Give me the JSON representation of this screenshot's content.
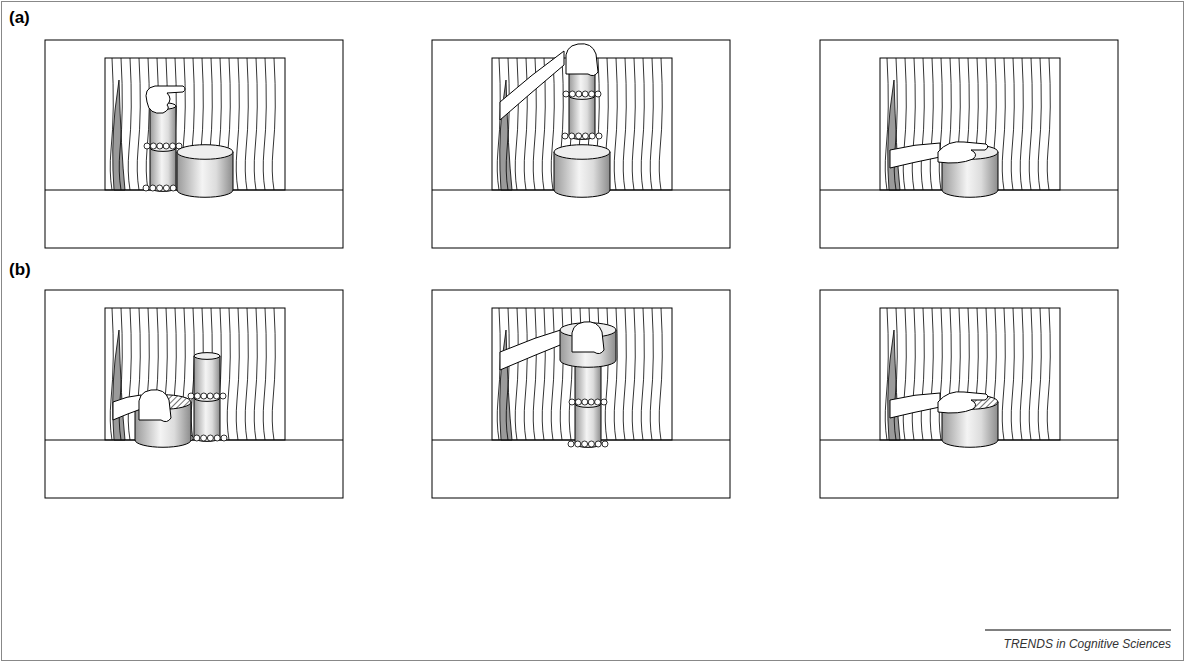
{
  "diagram": {
    "labels": [
      "(a)",
      "(b)",
      "TRENDS in Cognitive Sciences"
    ]
  }
}
